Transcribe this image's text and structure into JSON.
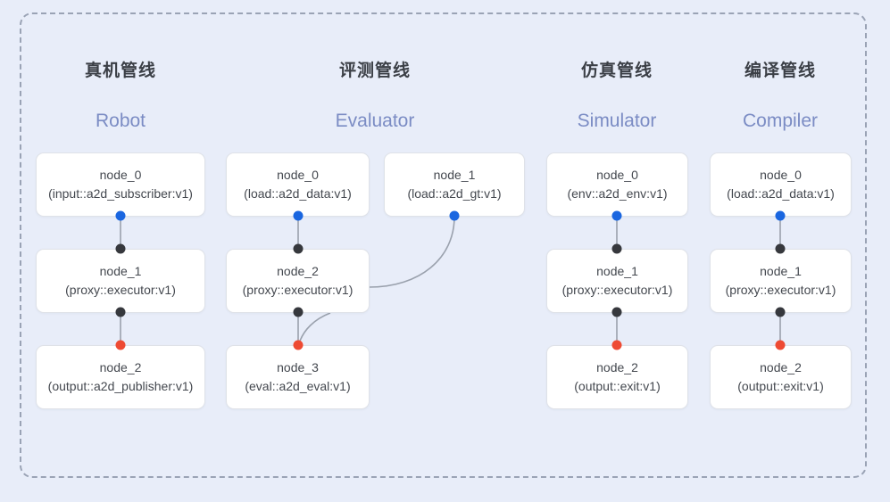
{
  "diagram": {
    "background_color": "#e8edf9",
    "frame_border_color": "#9aa3b5",
    "port_colors": {
      "input": "#1a66e0",
      "middle": "#36383d",
      "output": "#ee4a33"
    },
    "link_color": "#9aa1ad",
    "columns": [
      {
        "id": "robot",
        "title_cn": "真机管线",
        "title_en": "Robot",
        "nodes": [
          {
            "name": "node_0",
            "type": "(input::a2d_subscriber:v1)"
          },
          {
            "name": "node_1",
            "type": "(proxy::executor:v1)"
          },
          {
            "name": "node_2",
            "type": "(output::a2d_publisher:v1)"
          }
        ]
      },
      {
        "id": "evaluator",
        "title_cn": "评测管线",
        "title_en": "Evaluator",
        "nodes": [
          {
            "name": "node_0",
            "type": "(load::a2d_data:v1)"
          },
          {
            "name": "node_1",
            "type": "(load::a2d_gt:v1)"
          },
          {
            "name": "node_2",
            "type": "(proxy::executor:v1)"
          },
          {
            "name": "node_3",
            "type": "(eval::a2d_eval:v1)"
          }
        ]
      },
      {
        "id": "simulator",
        "title_cn": "仿真管线",
        "title_en": "Simulator",
        "nodes": [
          {
            "name": "node_0",
            "type": "(env::a2d_env:v1)"
          },
          {
            "name": "node_1",
            "type": "(proxy::executor:v1)"
          },
          {
            "name": "node_2",
            "type": "(output::exit:v1)"
          }
        ]
      },
      {
        "id": "compiler",
        "title_cn": "编译管线",
        "title_en": "Compiler",
        "nodes": [
          {
            "name": "node_0",
            "type": "(load::a2d_data:v1)"
          },
          {
            "name": "node_1",
            "type": "(proxy::executor:v1)"
          },
          {
            "name": "node_2",
            "type": "(output::exit:v1)"
          }
        ]
      }
    ]
  }
}
